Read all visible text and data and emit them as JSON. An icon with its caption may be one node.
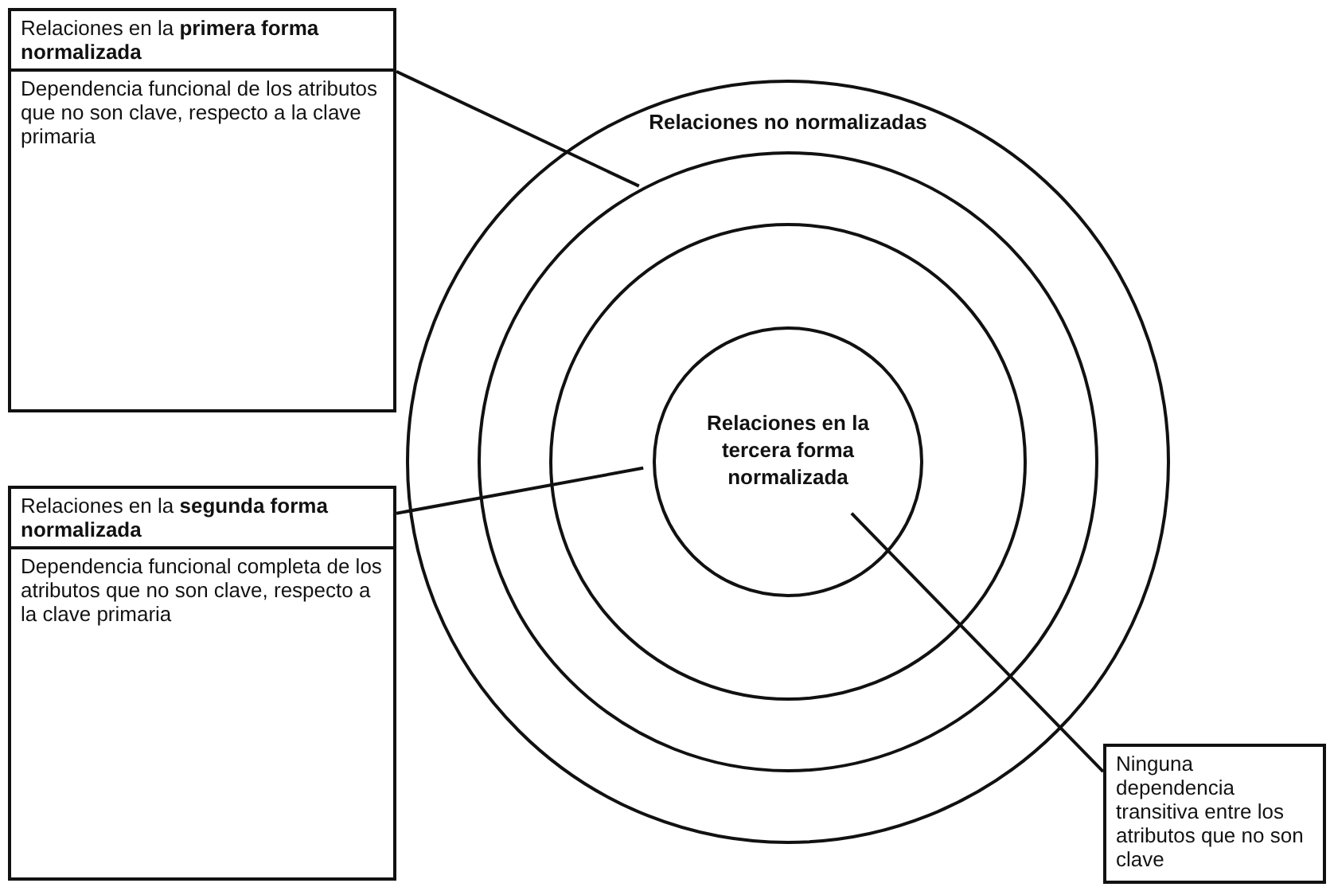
{
  "diagram": {
    "nodes": [
      {
        "text": [
          "Relaciones no normalizadas"
        ]
      },
      {
        "text": [],
        "shape": "circle",
        "in": 0
      },
      {
        "text": [],
        "shape": "circle",
        "in": 1
      },
      {
        "text": [
          "Relaciones en la tercera forma normalizada"
        ],
        "in": 2
      },
      {
        "text": [
          "Relaciones en la **primera forma normalizada**",
          "Dependencia funcional de los atributos que no son clave, respecto a la clave primaria"
        ]
      },
      {
        "text": [
          "Relaciones en la **segunda forma normalizada**",
          "Dependencia funcional completa de los atributos que no son clave, respecto a la clave primaria"
        ]
      },
      {
        "text": [
          "Ninguna dependencia transitiva entre los atributos que no son clave"
        ]
      }
    ],
    "edges": [
      {
        "from": 4,
        "to": 1,
        "arrow": "none"
      },
      {
        "from": 5,
        "to": 2,
        "arrow": "none"
      },
      {
        "from": 3,
        "to": 6,
        "arrow": "none"
      }
    ]
  }
}
